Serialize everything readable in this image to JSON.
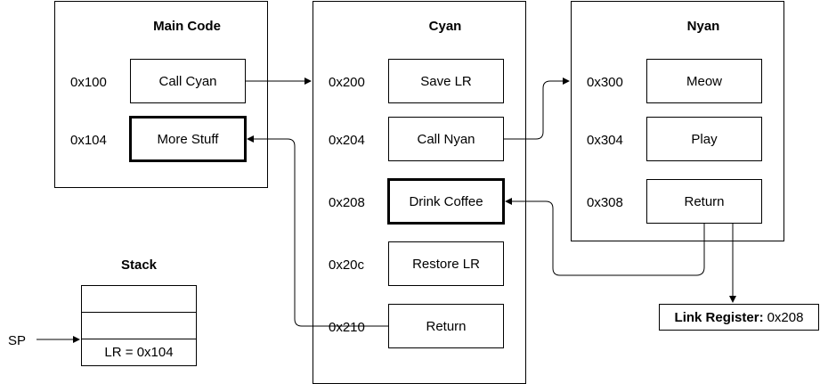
{
  "main_code": {
    "title": "Main Code",
    "rows": [
      {
        "addr": "0x100",
        "label": "Call Cyan"
      },
      {
        "addr": "0x104",
        "label": "More Stuff"
      }
    ]
  },
  "cyan": {
    "title": "Cyan",
    "rows": [
      {
        "addr": "0x200",
        "label": "Save LR"
      },
      {
        "addr": "0x204",
        "label": "Call Nyan"
      },
      {
        "addr": "0x208",
        "label": "Drink Coffee"
      },
      {
        "addr": "0x20c",
        "label": "Restore LR"
      },
      {
        "addr": "0x210",
        "label": "Return"
      }
    ]
  },
  "nyan": {
    "title": "Nyan",
    "rows": [
      {
        "addr": "0x300",
        "label": "Meow"
      },
      {
        "addr": "0x304",
        "label": "Play"
      },
      {
        "addr": "0x308",
        "label": "Return"
      }
    ]
  },
  "stack": {
    "title": "Stack",
    "rows": [
      "",
      "",
      "LR = 0x104"
    ],
    "pointer_label": "SP"
  },
  "link_register": {
    "label": "Link Register:",
    "value": "0x208"
  }
}
